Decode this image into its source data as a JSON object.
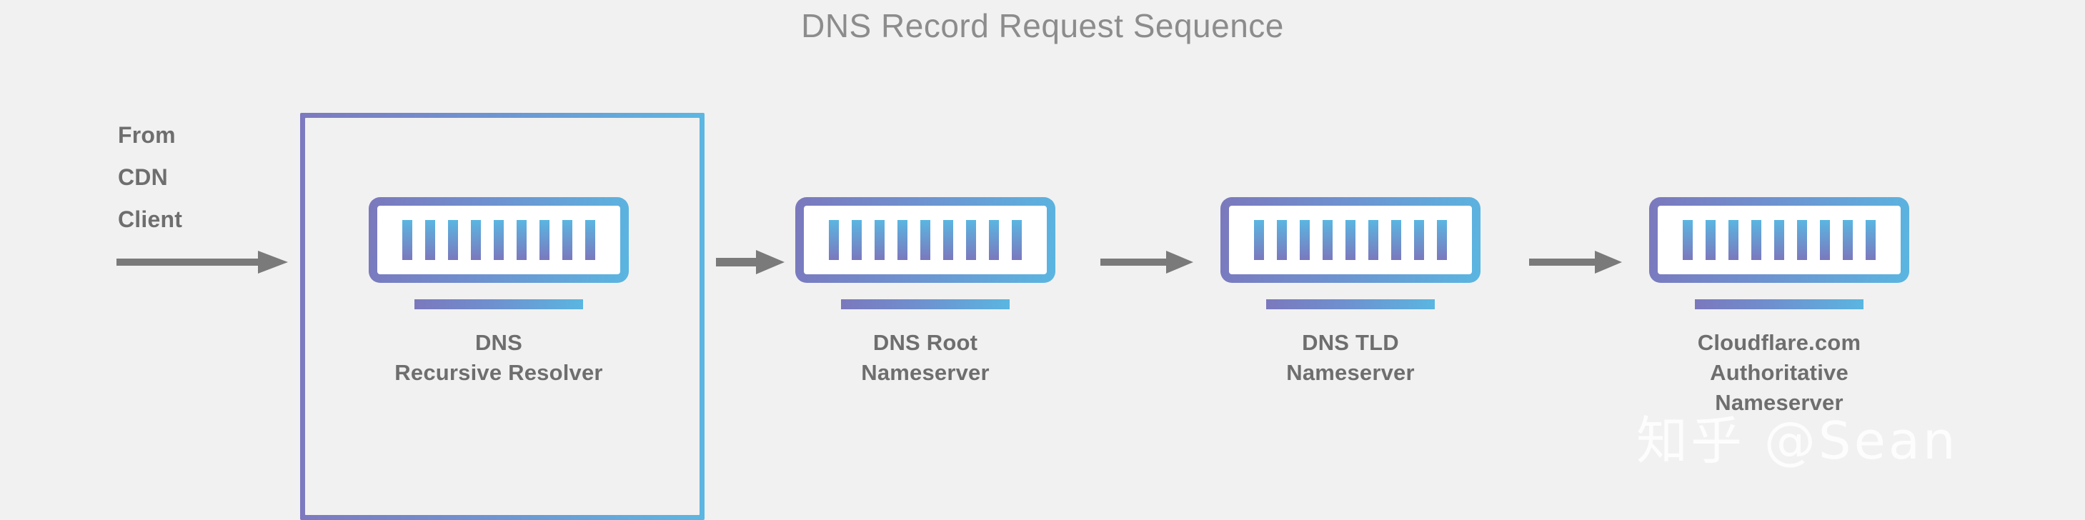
{
  "title": "DNS Record Request Sequence",
  "source": {
    "name": "from-cdn-client",
    "lines": [
      "From",
      "CDN",
      "Client"
    ]
  },
  "colors": {
    "background": "#f1f1f1",
    "title_text": "#8c8c8c",
    "label_text": "#6e6e6e",
    "arrow": "#7a7a7a",
    "gradient_start_purple": "#7b78bd",
    "gradient_end_blue": "#5ab6e1",
    "box_border_purple": "#7d79bf",
    "box_border_blue": "#5cb7e2"
  },
  "nodes": [
    {
      "id": "dns-recursive-resolver",
      "icon": "server-icon",
      "bars": 9,
      "lines": [
        "DNS",
        "Recursive Resolver"
      ],
      "highlighted": true
    },
    {
      "id": "dns-root-nameserver",
      "icon": "server-icon",
      "bars": 9,
      "lines": [
        "DNS Root",
        "Nameserver"
      ],
      "highlighted": false
    },
    {
      "id": "dns-tld-nameserver",
      "icon": "server-icon",
      "bars": 9,
      "lines": [
        "DNS TLD",
        "Nameserver"
      ],
      "highlighted": false
    },
    {
      "id": "cloudflare-authoritative-nameserver",
      "icon": "server-icon",
      "bars": 9,
      "lines": [
        "Cloudflare.com",
        "Authoritative",
        "Nameserver"
      ],
      "highlighted": false
    }
  ],
  "arrows": [
    {
      "id": "arrow-client-to-resolver",
      "direction": "right"
    },
    {
      "id": "arrow-resolver-to-root",
      "direction": "right"
    },
    {
      "id": "arrow-root-to-tld",
      "direction": "right"
    },
    {
      "id": "arrow-tld-to-authoritative",
      "direction": "right"
    }
  ],
  "watermark": "知乎 @Sean"
}
